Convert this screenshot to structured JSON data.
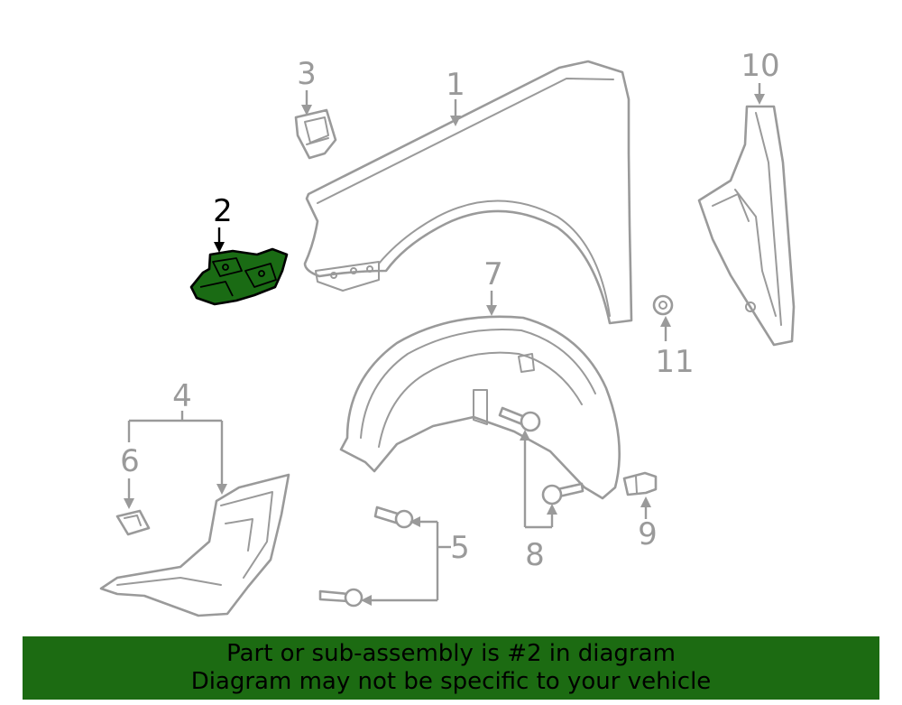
{
  "diagram": {
    "highlighted_part": "2",
    "highlight_color": "#1c6b12",
    "line_color": "#9a9a9a",
    "callouts": [
      {
        "id": "c1",
        "label": "1",
        "part": "fender"
      },
      {
        "id": "c2",
        "label": "2",
        "part": "fender-bracket",
        "highlighted": true
      },
      {
        "id": "c3",
        "label": "3",
        "part": "bracket-clip"
      },
      {
        "id": "c4",
        "label": "4",
        "part": "splash-shield-assembly"
      },
      {
        "id": "c5",
        "label": "5",
        "part": "shield-bolts"
      },
      {
        "id": "c6",
        "label": "6",
        "part": "clip-nut"
      },
      {
        "id": "c7",
        "label": "7",
        "part": "fender-liner"
      },
      {
        "id": "c8",
        "label": "8",
        "part": "liner-bolts"
      },
      {
        "id": "c9",
        "label": "9",
        "part": "push-clip"
      },
      {
        "id": "c10",
        "label": "10",
        "part": "fender-seal"
      },
      {
        "id": "c11",
        "label": "11",
        "part": "retainer-nut"
      }
    ]
  },
  "banner": {
    "line1": "Part or sub-assembly is #2 in diagram",
    "line2": "Diagram may not be specific to your vehicle",
    "background": "#1c6b12"
  }
}
